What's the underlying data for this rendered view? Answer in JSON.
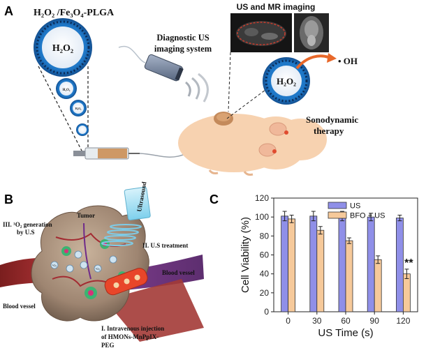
{
  "panel_a": {
    "letter": "A",
    "particle_title": "H₂O₂ /Fe₃O₄-PLGA",
    "core_label": "H₂O₂",
    "small_core_label": "H₂O₂",
    "us_system_label": [
      "Diagnostic US",
      "imaging system"
    ],
    "imaging_label": "US and MR imaging",
    "oh_label": "• OH",
    "therapy_label": [
      "Sonodynamic",
      "therapy"
    ]
  },
  "panel_b": {
    "letter": "B",
    "tumor_label": "Tumor",
    "ultrasound_label": "Ultrasound",
    "step1": [
      "I. Intravenous injection",
      "of HMONs-MnPpIX-",
      "PEG"
    ],
    "step2": "II. U.S treatment",
    "step3": [
      "III. ¹O₂ generation",
      "by U.S"
    ],
    "vessel_left": "Blood vessel",
    "vessel_right": "Blood vessel",
    "o2_marker": "¹O₂"
  },
  "panel_c": {
    "letter": "C",
    "significance": "**"
  },
  "colors": {
    "us_bar": "#8f8fe8",
    "bfo_bar": "#f6c99a",
    "particle_blue": "#1f78c8",
    "mouse": "#f7d2b0"
  },
  "chart_data": {
    "type": "bar",
    "categories": [
      "0",
      "30",
      "60",
      "90",
      "120"
    ],
    "series": [
      {
        "name": "US",
        "values": [
          101,
          101,
          101,
          100,
          99
        ],
        "errors": [
          5,
          5,
          5,
          4,
          3
        ]
      },
      {
        "name": "BFO + US",
        "values": [
          98,
          86,
          75,
          55,
          40
        ],
        "errors": [
          4,
          4,
          3,
          4,
          5
        ]
      }
    ],
    "title": "",
    "xlabel": "US Time (s)",
    "ylabel": "Cell Viability (%)",
    "ylim": [
      0,
      120
    ],
    "yticks": [
      0,
      20,
      40,
      60,
      80,
      100,
      120
    ],
    "legend": "top-right",
    "grid": false
  }
}
